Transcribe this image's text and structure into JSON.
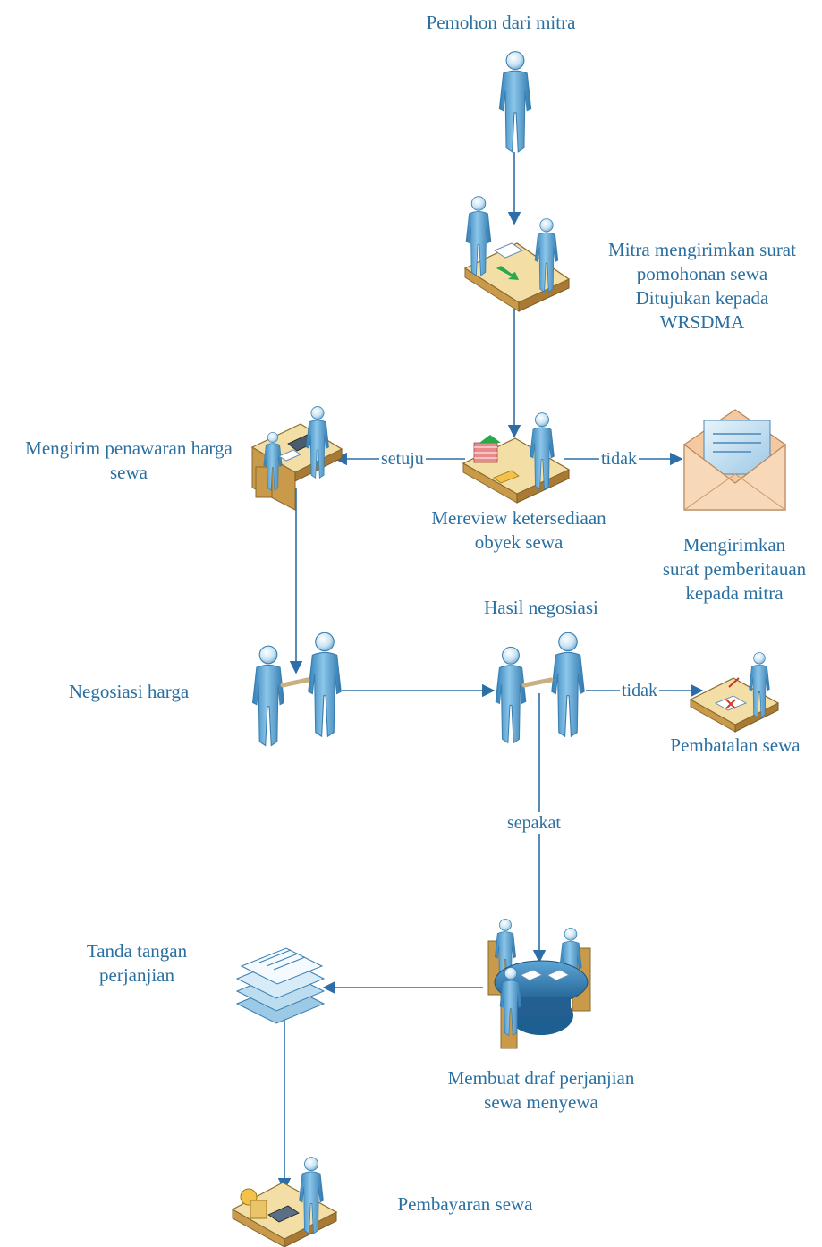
{
  "nodes": {
    "pemohon": {
      "label": "Pemohon dari mitra"
    },
    "kirim_surat": {
      "label_lines": [
        "Mitra mengirimkan surat",
        "pomohonan sewa",
        "Ditujukan kepada",
        "WRSDMA"
      ]
    },
    "review": {
      "label_lines": [
        "Mereview ketersediaan",
        "obyek sewa"
      ]
    },
    "penawaran": {
      "label_lines": [
        "Mengirim penawaran harga",
        "sewa"
      ]
    },
    "pemberitahuan": {
      "label_lines": [
        "Mengirimkan",
        "surat pemberitauan",
        "kepada mitra"
      ]
    },
    "negosiasi": {
      "label": "Negosiasi harga"
    },
    "hasil": {
      "label": "Hasil negosiasi"
    },
    "pembatalan": {
      "label": "Pembatalan sewa"
    },
    "draf": {
      "label_lines": [
        "Membuat draf perjanjian",
        "sewa menyewa"
      ]
    },
    "ttd": {
      "label_lines": [
        "Tanda tangan",
        "perjanjian"
      ]
    },
    "bayar": {
      "label": "Pembayaran sewa"
    }
  },
  "edges": {
    "setuju": "setuju",
    "tidak_review": "tidak",
    "tidak_nego": "tidak",
    "sepakat": "sepakat"
  },
  "colors": {
    "text": "#2a6fa0",
    "line": "#2d6ea8",
    "person": "#5aa7d8",
    "desk": "#f3dfa6",
    "envelope": "#f4c9a0"
  },
  "icons": {
    "pemohon": "person-icon",
    "kirim_surat": "handover-desk-icon",
    "review": "reviewer-desk-icon",
    "penawaran": "worker-desk-icon",
    "pemberitahuan": "envelope-icon",
    "negosiasi": "handshake-icon",
    "hasil": "handshake-icon",
    "pembatalan": "cancel-desk-icon",
    "draf": "meeting-table-icon",
    "ttd": "document-stack-icon",
    "bayar": "payment-desk-icon"
  }
}
